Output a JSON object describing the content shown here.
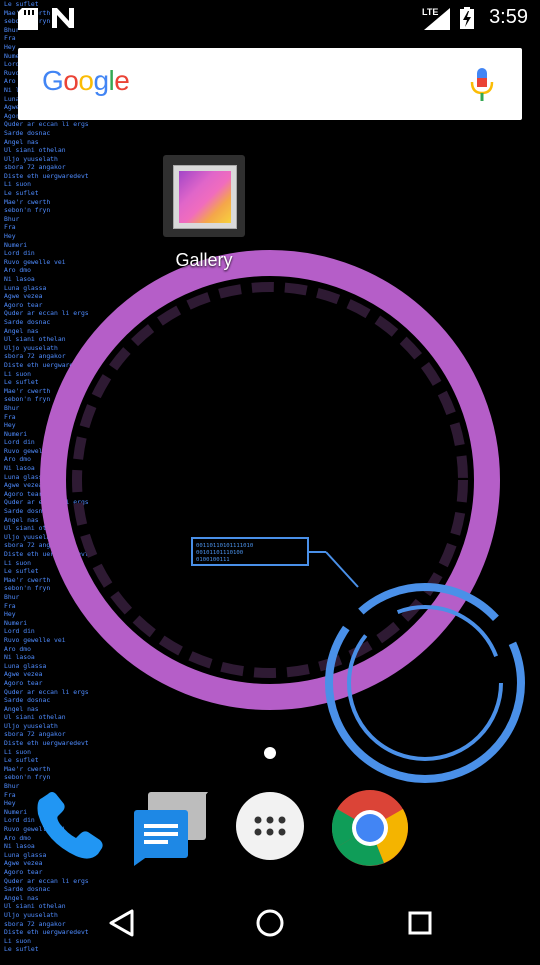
{
  "status_bar": {
    "network": "LTE",
    "time": "3:59"
  },
  "search": {
    "logo": [
      "G",
      "o",
      "o",
      "g",
      "l",
      "e"
    ],
    "logo_colors": [
      "#4285F4",
      "#EA4335",
      "#FBBC05",
      "#4285F4",
      "#34A853",
      "#EA4335"
    ]
  },
  "home": {
    "apps": [
      {
        "label": "Gallery"
      }
    ],
    "widget": {
      "readout": [
        "00110110101111010",
        "00101101110100",
        "0100100111"
      ]
    }
  },
  "dock": {
    "apps": [
      "phone-icon",
      "messenger-icon",
      "app-drawer-icon",
      "chrome-icon"
    ]
  },
  "nav": {
    "buttons": [
      "back-icon",
      "home-icon",
      "recents-icon"
    ]
  },
  "wallpaper_lines": [
    "Le suflet",
    "Mae'r cwerth",
    "sebon'n fryn",
    "Bhur",
    "Fra",
    "Hey",
    "Numeri",
    "Lord din",
    "Ruvo gewelle vei",
    "Aro dmo",
    "Ni lasoa",
    "Luna glassa",
    "Agwe vezea",
    "Agoro tear",
    "Quder ar eccan li ergs",
    "Sarde dosnac",
    "Angel nas",
    "Ul siani othelan",
    "Uljo yuuselath",
    "sbora 72 angakor",
    "Diste eth uergwaredevt",
    "Li suon",
    "Le suflet",
    "Mae'r cwerth",
    "sebon'n fryn",
    "Bhur",
    "Fra",
    "Hey",
    "Numeri",
    "Lord din",
    "Ruvo gewelle vei",
    "Aro dmo",
    "Ni lasoa",
    "Luna glassa",
    "Agwe vezea",
    "Agoro tear",
    "Quder ar eccan li ergs",
    "Sarde dosnac",
    "Angel nas",
    "Ul siani othelan",
    "Uljo yuuselath",
    "sbora 72 angakor",
    "Diste eth uergwaredevt",
    "Li suon",
    "Le suflet",
    "Mae'r cwerth",
    "sebon'n fryn",
    "Bhur",
    "Fra",
    "Hey",
    "Numeri",
    "Lord din",
    "Ruvo gewelle vei",
    "Aro dmo",
    "Ni lasoa",
    "Luna glassa",
    "Agwe vezea",
    "Agoro tear",
    "Quder ar eccan li ergs",
    "Sarde dosnac",
    "Angel nas",
    "Ul siani othelan",
    "Uljo yuuselath",
    "sbora 72 angakor",
    "Diste eth uergwaredevt",
    "Li suon",
    "Le suflet",
    "Mae'r cwerth",
    "sebon'n fryn",
    "Bhur",
    "Fra",
    "Hey",
    "Numeri",
    "Lord din",
    "Ruvo gewelle vei",
    "Aro dmo",
    "Ni lasoa",
    "Luna glassa",
    "Agwe vezea",
    "Agoro tear",
    "Quder ar eccan li ergs",
    "Sarde dosnac",
    "Angel nas",
    "Ul siani othelan",
    "Uljo yuuselath",
    "sbora 72 angakor",
    "Diste eth uergwaredevt",
    "Li suon",
    "Le suflet",
    "Mae'r cwerth",
    "sebon'n fryn",
    "Bhur",
    "Fra",
    "Hey",
    "Numeri",
    "Lord din",
    "Ruvo gewelle vei",
    "Aro dmo",
    "Ni lasoa",
    "Luna glassa",
    "Agwe vezea",
    "Agoro tear",
    "Quder ar eccan li ergs",
    "Sarde dosnac",
    "Angel nas",
    "Ul siani othelan",
    "Uljo yuuselath",
    "sbora 72 angakor",
    "Diste eth uergwaredevt",
    "Li suon",
    "Le suflet"
  ],
  "colors": {
    "ring_purple": "#b55ec8",
    "ring_dark": "#2e1a33",
    "widget_blue": "#4a90e8",
    "wallpaper_text": "#4f8cff"
  }
}
